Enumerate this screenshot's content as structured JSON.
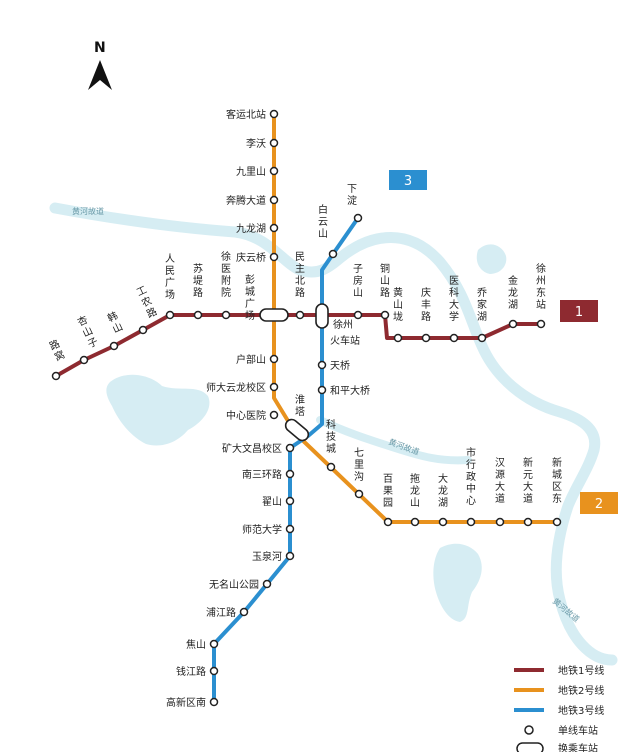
{
  "compass": {
    "label": "N"
  },
  "river_labels": [
    "黄河故道",
    "黄河故道",
    "黄河故道"
  ],
  "colors": {
    "line1": "#8e2a30",
    "line2": "#e8921e",
    "line3": "#2b8fd0",
    "water": "#d6edf3"
  },
  "line_badges": [
    {
      "label": "1",
      "color": "#8e2a30"
    },
    {
      "label": "2",
      "color": "#e8921e"
    },
    {
      "label": "3",
      "color": "#2b8fd0"
    }
  ],
  "stations": {
    "line1": [
      {
        "name": "路窝"
      },
      {
        "name": "杏山子"
      },
      {
        "name": "韩山"
      },
      {
        "name": "工农路"
      },
      {
        "name": "人民广场"
      },
      {
        "name": "苏堤路"
      },
      {
        "name": "徐医附院"
      },
      {
        "name": "彭城广场"
      },
      {
        "name": "民主北路"
      },
      {
        "name": "徐州火车站"
      },
      {
        "name": "子房山"
      },
      {
        "name": "铜山路"
      },
      {
        "name": "黄山垅"
      },
      {
        "name": "庆丰路"
      },
      {
        "name": "医科大学"
      },
      {
        "name": "乔家湖"
      },
      {
        "name": "金龙湖"
      },
      {
        "name": "徐州东站"
      }
    ],
    "line2": [
      {
        "name": "客运北站"
      },
      {
        "name": "李沃"
      },
      {
        "name": "九里山"
      },
      {
        "name": "奔腾大道"
      },
      {
        "name": "九龙湖"
      },
      {
        "name": "庆云桥"
      },
      {
        "name": "户部山"
      },
      {
        "name": "师大云龙校区"
      },
      {
        "name": "中心医院"
      },
      {
        "name": "淮塔"
      },
      {
        "name": "科技城"
      },
      {
        "name": "七里沟"
      },
      {
        "name": "百果园"
      },
      {
        "name": "拖龙山"
      },
      {
        "name": "大龙湖"
      },
      {
        "name": "市行政中心"
      },
      {
        "name": "汉源大道"
      },
      {
        "name": "新元大道"
      },
      {
        "name": "新城区东"
      }
    ],
    "line3": [
      {
        "name": "下淀"
      },
      {
        "name": "白云山"
      },
      {
        "name": "天桥"
      },
      {
        "name": "和平大桥"
      },
      {
        "name": "矿大文昌校区"
      },
      {
        "name": "南三环路"
      },
      {
        "name": "翟山"
      },
      {
        "name": "师范大学"
      },
      {
        "name": "玉泉河"
      },
      {
        "name": "无名山公园"
      },
      {
        "name": "浦江路"
      },
      {
        "name": "焦山"
      },
      {
        "name": "钱江路"
      },
      {
        "name": "高新区南"
      }
    ]
  },
  "legend": [
    {
      "label": "地铁1号线",
      "color": "#8e2a30"
    },
    {
      "label": "地铁2号线",
      "color": "#e8921e"
    },
    {
      "label": "地铁3号线",
      "color": "#2b8fd0"
    },
    {
      "label": "单线车站",
      "icon": "single-station-icon"
    },
    {
      "label": "换乘车站",
      "icon": "transfer-station-icon"
    }
  ]
}
